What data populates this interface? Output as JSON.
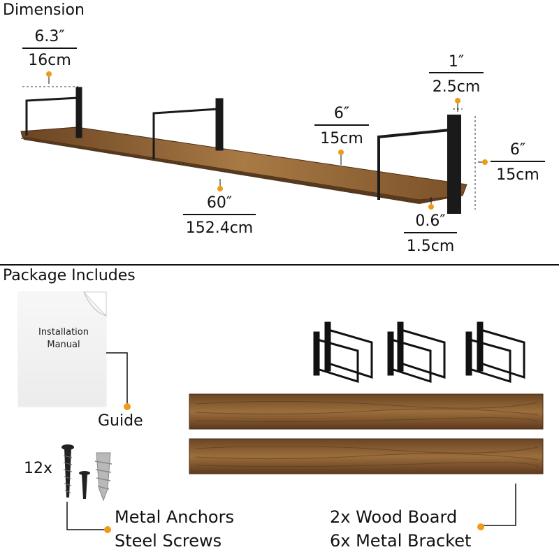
{
  "dimension": {
    "title": "Dimension",
    "depth": {
      "in": "6.3″",
      "cm": "16cm"
    },
    "thickness_top": {
      "in": "1″",
      "cm": "2.5cm"
    },
    "bracket_mid": {
      "in": "6″",
      "cm": "15cm"
    },
    "height_right": {
      "in": "6″",
      "cm": "15cm"
    },
    "length": {
      "in": "60″",
      "cm": "152.4cm"
    },
    "board_thickness": {
      "in": "0.6″",
      "cm": "1.5cm"
    }
  },
  "package": {
    "title": "Package Includes",
    "manual_text": "Installation Manual",
    "guide_label": "Guide",
    "screws_count": "12x",
    "anchors_label": "Metal Anchors",
    "screws_label": "Steel Screws",
    "board_label": "2x Wood Board",
    "bracket_label": "6x Metal Bracket"
  },
  "colors": {
    "accent": "#ef9a1a",
    "bracket": "#1a1a1a",
    "wood_dark": "#5a3a1c",
    "wood_light": "#a87a45"
  }
}
